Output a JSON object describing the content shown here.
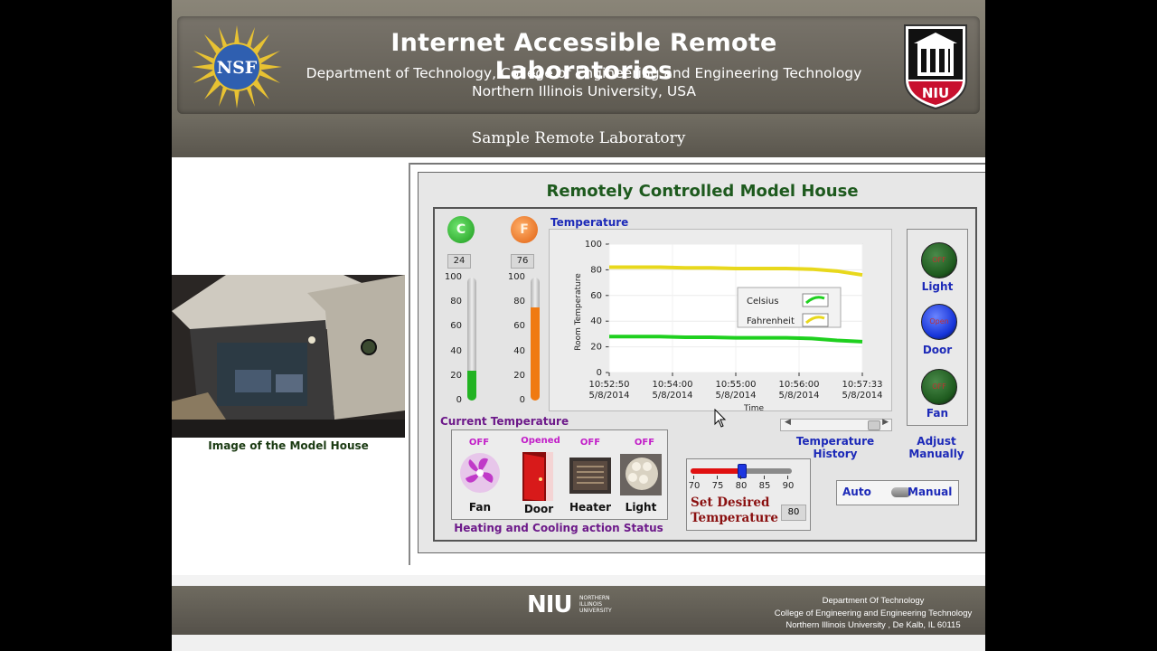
{
  "header": {
    "title": "Internet Accessible Remote Laboratories",
    "subtitle_line1": "Department of Technology, College of Engineering and Engineering Technology",
    "subtitle_line2": "Northern Illinois University, USA",
    "nsf_logo_text": "NSF",
    "niu_logo_text": "NIU"
  },
  "subheader": {
    "title": "Sample Remote Laboratory"
  },
  "camera": {
    "caption": "Image of the Model House"
  },
  "panel": {
    "title": "Remotely Controlled Model House",
    "celsius": {
      "symbol": "C",
      "value": "24",
      "level_pct": 24,
      "color": "#22b322"
    },
    "fahrenheit": {
      "symbol": "F",
      "value": "76",
      "level_pct": 76,
      "color": "#f07a12"
    },
    "thermo_scale": [
      "100",
      "80",
      "60",
      "40",
      "20",
      "0"
    ],
    "current_temperature_label": "Current Temperature",
    "temperature_history_label": "Temperature History",
    "heating_cooling_label": "Heating and Cooling action Status",
    "adjust_label_1": "Adjust",
    "adjust_label_2": "Manually",
    "devices": [
      {
        "name": "Light",
        "led_text": "OFF",
        "color": "#1e5a1e"
      },
      {
        "name": "Door",
        "led_text": "Open",
        "color": "#1533d8"
      },
      {
        "name": "Fan",
        "led_text": "OFF",
        "color": "#1e5a1e"
      }
    ],
    "status": [
      {
        "name": "Fan",
        "state": "OFF",
        "icon": "fan-icon"
      },
      {
        "name": "Door",
        "state": "Opened",
        "icon": "door-icon"
      },
      {
        "name": "Heater",
        "state": "OFF",
        "icon": "heater-icon"
      },
      {
        "name": "Light",
        "state": "OFF",
        "icon": "light-icon"
      }
    ],
    "set_temp": {
      "label_1": "Set Desired",
      "label_2": "Temperature",
      "ticks": [
        "70",
        "75",
        "80",
        "85",
        "90"
      ],
      "value": "80",
      "min": 70,
      "max": 90,
      "slider_value": 80
    },
    "mode": {
      "auto_label": "Auto",
      "manual_label": "Manual"
    }
  },
  "chart_data": {
    "type": "line",
    "title": "Temperature",
    "xlabel": "Time",
    "ylabel": "Room Temperature",
    "ylim": [
      0,
      100
    ],
    "yticks": [
      "100",
      "80",
      "60",
      "40",
      "20",
      "0"
    ],
    "xticks": [
      {
        "time": "10:52:50",
        "date": "5/8/2014"
      },
      {
        "time": "10:54:00",
        "date": "5/8/2014"
      },
      {
        "time": "10:55:00",
        "date": "5/8/2014"
      },
      {
        "time": "10:56:00",
        "date": "5/8/2014"
      },
      {
        "time": "10:57:33",
        "date": "5/8/2014"
      }
    ],
    "x": [
      "10:52:50",
      "10:53:20",
      "10:53:50",
      "10:54:20",
      "10:54:50",
      "10:55:20",
      "10:55:50",
      "10:56:20",
      "10:56:50",
      "10:57:10",
      "10:57:33"
    ],
    "series": [
      {
        "name": "Celsius",
        "color": "#1fd01f",
        "values": [
          28,
          28,
          28,
          27.5,
          27.5,
          27,
          27,
          27,
          26.5,
          25,
          24
        ]
      },
      {
        "name": "Fahrenheit",
        "color": "#e8d81c",
        "values": [
          82,
          82,
          82,
          81.5,
          81.5,
          81,
          81,
          81,
          80.5,
          79,
          76
        ]
      }
    ],
    "legend_position": "center-right"
  },
  "footer": {
    "niu_text": "NIU",
    "niu_small_1": "NORTHERN",
    "niu_small_2": "ILLINOIS",
    "niu_small_3": "UNIVERSITY",
    "line1": "Department Of Technology",
    "line2": "College of Engineering and Engineering Technology",
    "line3": "Northern Illinois University , De Kalb, IL 60115"
  }
}
